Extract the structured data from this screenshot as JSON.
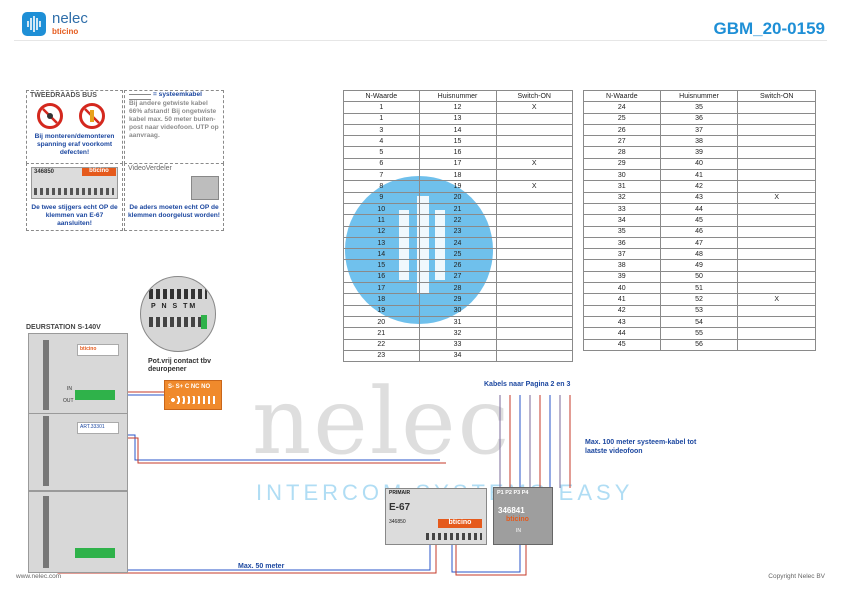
{
  "header": {
    "brand": "nelec",
    "brand_sub": "bticino",
    "doc_code": "GBM_20-0159"
  },
  "notices": {
    "bus_title": "TWEEDRAADS BUS",
    "bus_warning": "Bij monteren/demonteren spanning eraf voorkomt defecten!",
    "cable_title": "= systeemkabel",
    "cable_text": "Bij andere getwiste kabel 66% afstand! Bij ongetwiste kabel max. 50 meter buiten-post naar videofoon. UTP op aanvraag.",
    "module_code": "346850",
    "brand_small": "bticino",
    "videoverdeler_title": "VideoVerdeler",
    "stijgers_text": "De twee stijgers echt OP de klemmen van E-67 aansluiten!",
    "aders_text": "De aders moeten echt OP de klemmen doorgelust worden!"
  },
  "table_left": {
    "headers": [
      "N-Waarde",
      "Huisnummer",
      "Switch-ON"
    ],
    "rows": [
      [
        "1",
        "12",
        "X"
      ],
      [
        "1",
        "13",
        ""
      ],
      [
        "3",
        "14",
        ""
      ],
      [
        "4",
        "15",
        ""
      ],
      [
        "5",
        "16",
        ""
      ],
      [
        "6",
        "17",
        "X"
      ],
      [
        "7",
        "18",
        ""
      ],
      [
        "8",
        "19",
        "X"
      ],
      [
        "9",
        "20",
        ""
      ],
      [
        "10",
        "21",
        ""
      ],
      [
        "11",
        "22",
        ""
      ],
      [
        "12",
        "23",
        ""
      ],
      [
        "13",
        "24",
        ""
      ],
      [
        "14",
        "25",
        ""
      ],
      [
        "15",
        "26",
        ""
      ],
      [
        "16",
        "27",
        ""
      ],
      [
        "17",
        "28",
        ""
      ],
      [
        "18",
        "29",
        ""
      ],
      [
        "19",
        "30",
        ""
      ],
      [
        "20",
        "31",
        ""
      ],
      [
        "21",
        "32",
        ""
      ],
      [
        "22",
        "33",
        ""
      ],
      [
        "23",
        "34",
        ""
      ]
    ]
  },
  "table_right": {
    "headers": [
      "N-Waarde",
      "Huisnummer",
      "Switch-ON"
    ],
    "rows": [
      [
        "24",
        "35",
        ""
      ],
      [
        "25",
        "36",
        ""
      ],
      [
        "26",
        "37",
        ""
      ],
      [
        "27",
        "38",
        ""
      ],
      [
        "28",
        "39",
        ""
      ],
      [
        "29",
        "40",
        ""
      ],
      [
        "30",
        "41",
        ""
      ],
      [
        "31",
        "42",
        ""
      ],
      [
        "32",
        "43",
        "X"
      ],
      [
        "33",
        "44",
        ""
      ],
      [
        "34",
        "45",
        ""
      ],
      [
        "35",
        "46",
        ""
      ],
      [
        "36",
        "47",
        ""
      ],
      [
        "37",
        "48",
        ""
      ],
      [
        "38",
        "49",
        ""
      ],
      [
        "39",
        "50",
        ""
      ],
      [
        "40",
        "51",
        ""
      ],
      [
        "41",
        "52",
        "X"
      ],
      [
        "42",
        "53",
        ""
      ],
      [
        "43",
        "54",
        ""
      ],
      [
        "44",
        "55",
        ""
      ],
      [
        "45",
        "56",
        ""
      ]
    ]
  },
  "watermark": {
    "word": "nelec",
    "sub": "INTERCOM SYSTEMS EASY"
  },
  "diagram": {
    "station_title": "DEURSTATION S-140V",
    "terminal_labels": "P N S TM",
    "contact_title": "Pot.vrij contact tbv deuropener",
    "contact_terminals": "S- S+ C NC NO",
    "cables_label": "Kabels naar Pagina 2 en 3",
    "max100_label": "Max. 100 meter systeem-kabel tot laatste videofoon",
    "max50_label": "Max. 50 meter",
    "e67_title": "E-67",
    "e67_primair": "PRIMAIR",
    "e67_code": "346850",
    "splitter_code": "346841",
    "splitter_ports": "P1 P2 P3 P4",
    "module_art": "ART.33301",
    "in_label": "IN",
    "out_label": "OUT"
  },
  "footer": {
    "website": "www.nelec.com",
    "copyright": "Copyright Nelec BV"
  },
  "colors": {
    "brand_blue": "#1e8fd6",
    "warning_blue": "#1d48a0",
    "prohibit_red": "#d4281e",
    "bticino_orange": "#e55a1c"
  }
}
